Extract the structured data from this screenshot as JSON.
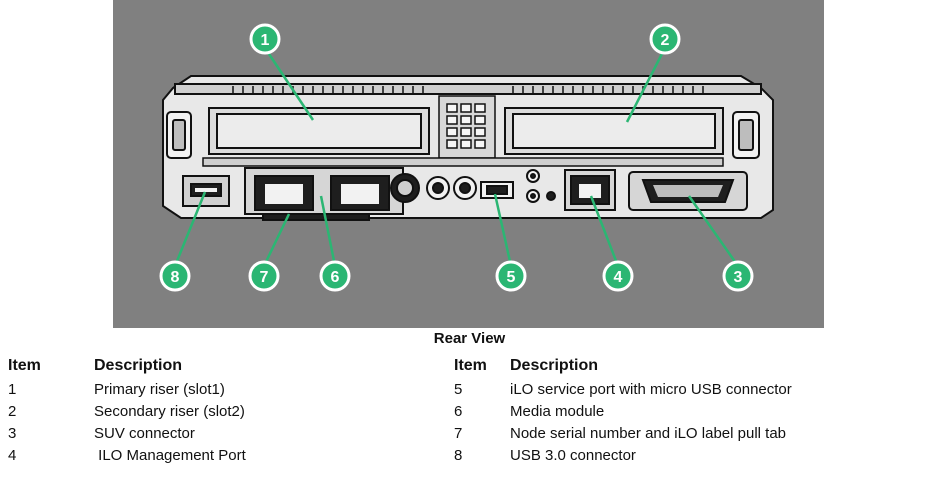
{
  "caption": "Rear View",
  "headers": {
    "item": "Item",
    "description": "Description"
  },
  "colors": {
    "panel_bg": "#808080",
    "callout_fill": "#2bb673",
    "callout_ring": "#ffffff",
    "leader": "#2bb673",
    "chassis": "#1e1e1e",
    "chassis_light": "#f2f2f2"
  },
  "callouts": [
    "1",
    "2",
    "3",
    "4",
    "5",
    "6",
    "7",
    "8"
  ],
  "items_left": [
    {
      "item": "1",
      "description": "Primary riser (slot1)"
    },
    {
      "item": "2",
      "description": "Secondary riser (slot2)"
    },
    {
      "item": "3",
      "description": "SUV connector"
    },
    {
      "item": "4",
      "description": " ILO Management Port"
    }
  ],
  "items_right": [
    {
      "item": "5",
      "description": "iLO service port with micro USB connector"
    },
    {
      "item": "6",
      "description": "Media module"
    },
    {
      "item": "7",
      "description": "Node serial number and iLO label pull tab"
    },
    {
      "item": "8",
      "description": "USB 3.0 connector"
    }
  ]
}
